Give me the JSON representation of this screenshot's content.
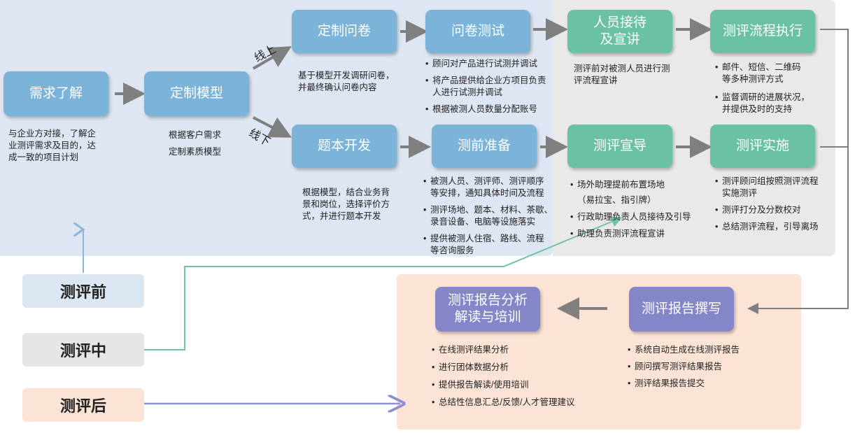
{
  "phases": {
    "pre": "测评前",
    "mid": "测评中",
    "post": "测评后"
  },
  "branch": {
    "online": "线上",
    "offline": "线下"
  },
  "boxes": {
    "demand": "需求了解",
    "model": "定制模型",
    "questionnaire": "定制问卷",
    "qtest": "问卷测试",
    "reception": "人员接待\n及宣讲",
    "execution": "测评流程执行",
    "item_dev": "题本开发",
    "prep": "测前准备",
    "guide": "测评宣导",
    "implement": "测评实施",
    "analysis": "测评报告分析\n解读与培训",
    "writing": "测评报告撰写"
  },
  "notes": {
    "demand": "与企业方对接，了解企\n业测评需求及目的，达\n成一致的项目计划",
    "model_1": "根据客户需求",
    "model_2": "定制素质模型",
    "questionnaire": "基于模型开发调研问卷，\n并最终确认问卷内容",
    "item_dev": "根据模型，结合业务背\n景和岗位，选择评价方\n式，并进行题本开发",
    "reception": "测评前对被测人员进行测\n评流程宣讲"
  },
  "lists": {
    "qtest": [
      "顾问对产品进行试测并调试",
      "将产品提供给企业方项目负责\n人进行试测并调试",
      "根据被测人员数量分配账号"
    ],
    "execution": [
      "邮件、短信、二维码\n等多种测评方式",
      "监督调研的进展状况，\n并提供及时的支持"
    ],
    "prep": [
      "被测人员、测评师、测评顺序\n等安排，通知具体时间及流程",
      "测评场地、题本、材料、茶歇、\n录音设备、电脑等设施落实",
      "提供被测人住宿、路线、流程\n等咨询服务"
    ],
    "guide": [
      "场外助理提前布置场地\n（易拉宝、指引牌）",
      "行政助理负责人员接待及引导",
      "助理负责测评流程宣讲"
    ],
    "implement": [
      "测评顾问组按照测评流程\n实施测评",
      "测评打分及分数校对",
      "总结测评流程，引导离场"
    ],
    "analysis": [
      "在线测评结果分析",
      "进行团体数据分析",
      "提供报告解读/使用培训",
      "总结性信息汇总/反馈/人才管理建议"
    ],
    "writing": [
      "系统自动生成在线测评报告",
      "顾问撰写测评结果报告",
      "测评结果报告提交"
    ]
  },
  "colors": {
    "blue_box": "#7bb4d8",
    "green_box": "#6bc2a2",
    "purple_box": "#8585c9",
    "arrow": "#7f7f7f",
    "teal_line": "#6fc1a8",
    "violet_line": "#8c8fd0",
    "blue_arrow": "#8ab8da"
  }
}
